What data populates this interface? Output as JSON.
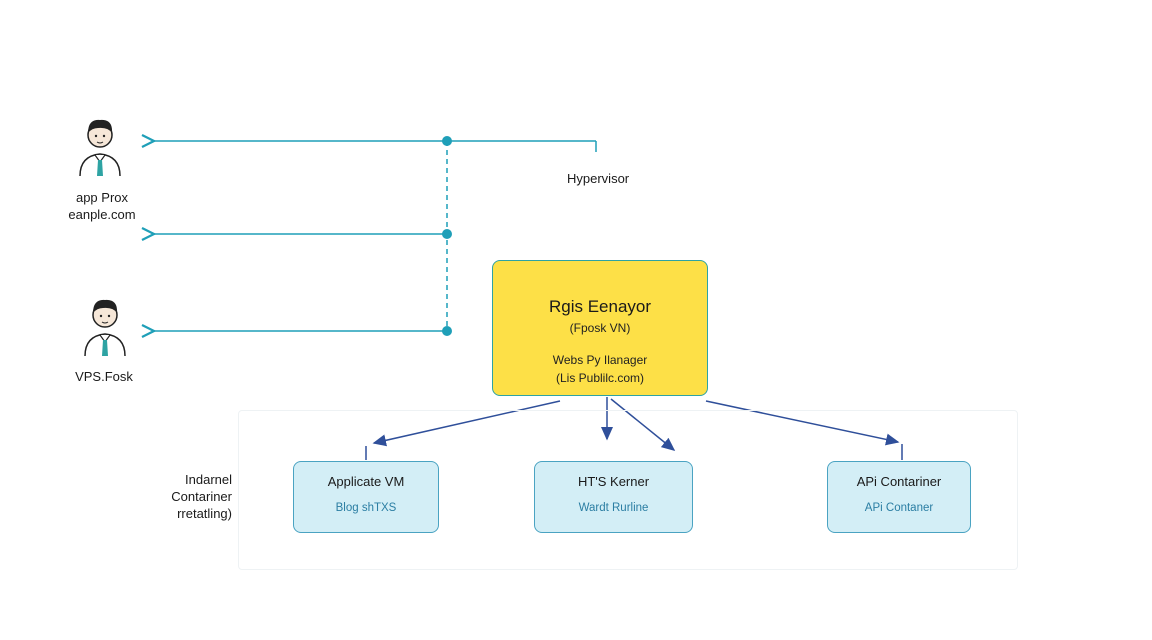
{
  "clients": [
    {
      "lines": [
        "app Prox",
        "eanple.com"
      ],
      "icon": "user-icon"
    },
    {
      "lines": [
        "VPS.Fosk"
      ],
      "icon": "user-icon"
    }
  ],
  "hypervisor_label": "Hypervisor",
  "main_node": {
    "title": "Rgis Eenayor",
    "subtitle": "(Fposk VN)",
    "line3": "Webs Py Ilanager",
    "line4": "(Lis Publilc.com)"
  },
  "group_label": [
    "Indarnel",
    "Contariner",
    "rretatling)"
  ],
  "nodes": [
    {
      "title": "Applicate VM",
      "sub": "Blog shTXS"
    },
    {
      "title": "HT'S Kerner",
      "sub": "Wardt Rurline"
    },
    {
      "title": "APi Contariner",
      "sub": "APi Contaner"
    }
  ],
  "colors": {
    "teal": "#1f9fb8",
    "arrow_blue": "#2f4f9a",
    "main_fill": "#fde047",
    "node_fill": "#d3eef6",
    "node_border": "#4aa3c2",
    "node_sub_text": "#2b7ea3"
  }
}
